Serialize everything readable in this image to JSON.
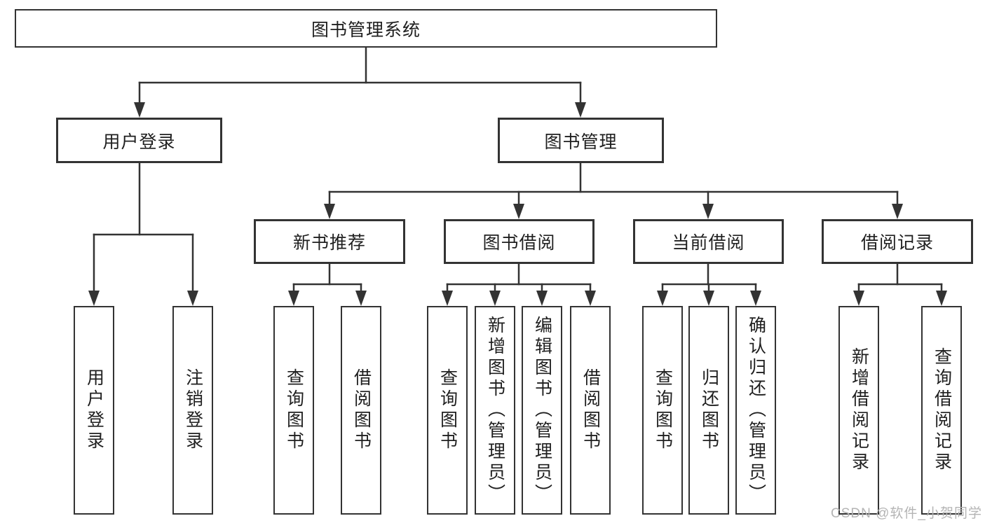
{
  "diagram": {
    "root": {
      "label": "图书管理系统"
    },
    "branches": [
      {
        "label": "用户登录",
        "children": [
          {
            "label": "用户登录"
          },
          {
            "label": "注销登录"
          }
        ]
      },
      {
        "label": "图书管理",
        "groups": [
          {
            "label": "新书推荐",
            "children": [
              {
                "label": "查询图书"
              },
              {
                "label": "借阅图书"
              }
            ]
          },
          {
            "label": "图书借阅",
            "children": [
              {
                "label": "查询图书"
              },
              {
                "label": "新增图书（管理员）"
              },
              {
                "label": "编辑图书（管理员）"
              },
              {
                "label": "借阅图书"
              }
            ]
          },
          {
            "label": "当前借阅",
            "children": [
              {
                "label": "查询图书"
              },
              {
                "label": "归还图书"
              },
              {
                "label": "确认归还（管理员）"
              }
            ]
          },
          {
            "label": "借阅记录",
            "children": [
              {
                "label": "新增借阅记录"
              },
              {
                "label": "查询借阅记录"
              }
            ]
          }
        ]
      }
    ]
  },
  "watermark": {
    "label": "CSDN @软件_小贺同学"
  },
  "colors": {
    "line": "#333333",
    "text": "#1f1f1f",
    "watermark": "#b4b4b4",
    "background": "#ffffff"
  }
}
